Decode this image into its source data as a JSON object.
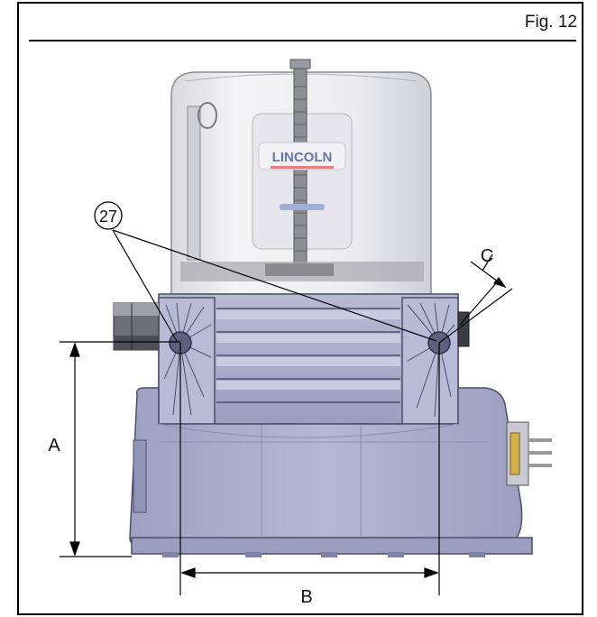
{
  "figure": {
    "label": "Fig. 12"
  },
  "callout": {
    "number": "27"
  },
  "dimensions": {
    "a": "A",
    "b": "B",
    "c": "C"
  },
  "reservoir_logo": {
    "text": "LINCOLN"
  },
  "colors": {
    "body_blue": "#a9adcd",
    "body_dark": "#7d82a6",
    "reservoir": "#ececf0",
    "logo_red": "#d8322a",
    "logo_blue": "#27408b"
  }
}
